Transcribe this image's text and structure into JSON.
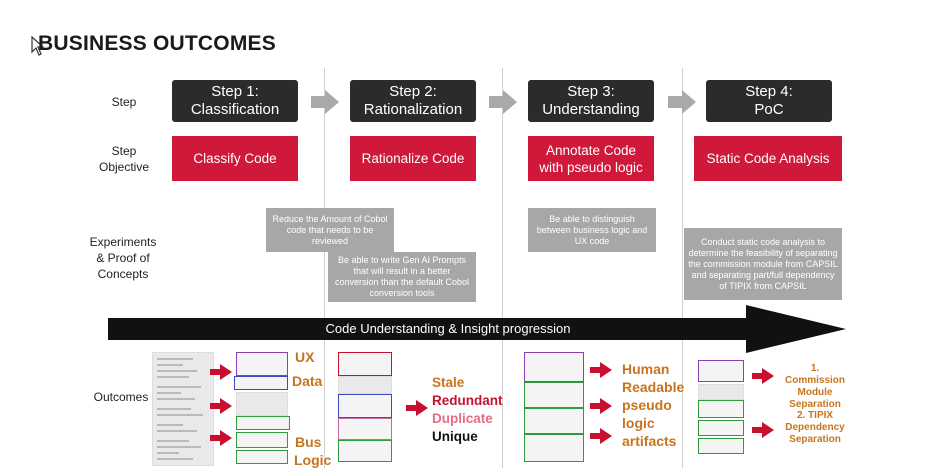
{
  "title": "BUSINESS OUTCOMES",
  "row_labels": {
    "step": "Step",
    "objective": "Step\nObjective",
    "experiments": "Experiments\n& Proof of\nConcepts",
    "outcomes": "Outcomes"
  },
  "steps": [
    {
      "num": "Step 1:",
      "name": "Classification",
      "objective": "Classify Code"
    },
    {
      "num": "Step 2:",
      "name": "Rationalization",
      "objective": "Rationalize Code"
    },
    {
      "num": "Step 3:",
      "name": "Understanding",
      "objective": "Annotate Code with pseudo logic"
    },
    {
      "num": "Step 4:",
      "name": "PoC",
      "objective": "Static Code Analysis"
    }
  ],
  "experiments": {
    "s2a": "Reduce the Amount of Cobol code that needs to be reviewed",
    "s2b": "Be able to write Gen AI Prompts that will result in a better conversion than the default Cobol conversion tools",
    "s3": "Be able to distinguish between business logic and UX code",
    "s4": "Conduct static code analysis to determine the feasibility of separating the commission module from CAPSIL and separating part/full dependency of TIPIX from CAPSIL"
  },
  "progression": "Code Understanding & Insight progression",
  "outcomes": {
    "s1": [
      "UX",
      "Data",
      "Bus",
      "Logic"
    ],
    "s2": [
      "Stale",
      "Redundant",
      "Duplicate",
      "Unique"
    ],
    "s3": [
      "Human",
      "Readable",
      "pseudo",
      "logic",
      "artifacts"
    ],
    "s4": [
      "1. Commission",
      "Module",
      "Separation",
      "2. TIPIX",
      "Dependency",
      "Separation"
    ]
  },
  "colors": {
    "red": "#d0193a",
    "dark": "#2b2b2b",
    "gray": "#a7a7a7",
    "orange": "#c8741e"
  },
  "icons": [
    "cursor-icon",
    "chevron-right-icon",
    "red-arrow-icon",
    "code-document-icon"
  ]
}
